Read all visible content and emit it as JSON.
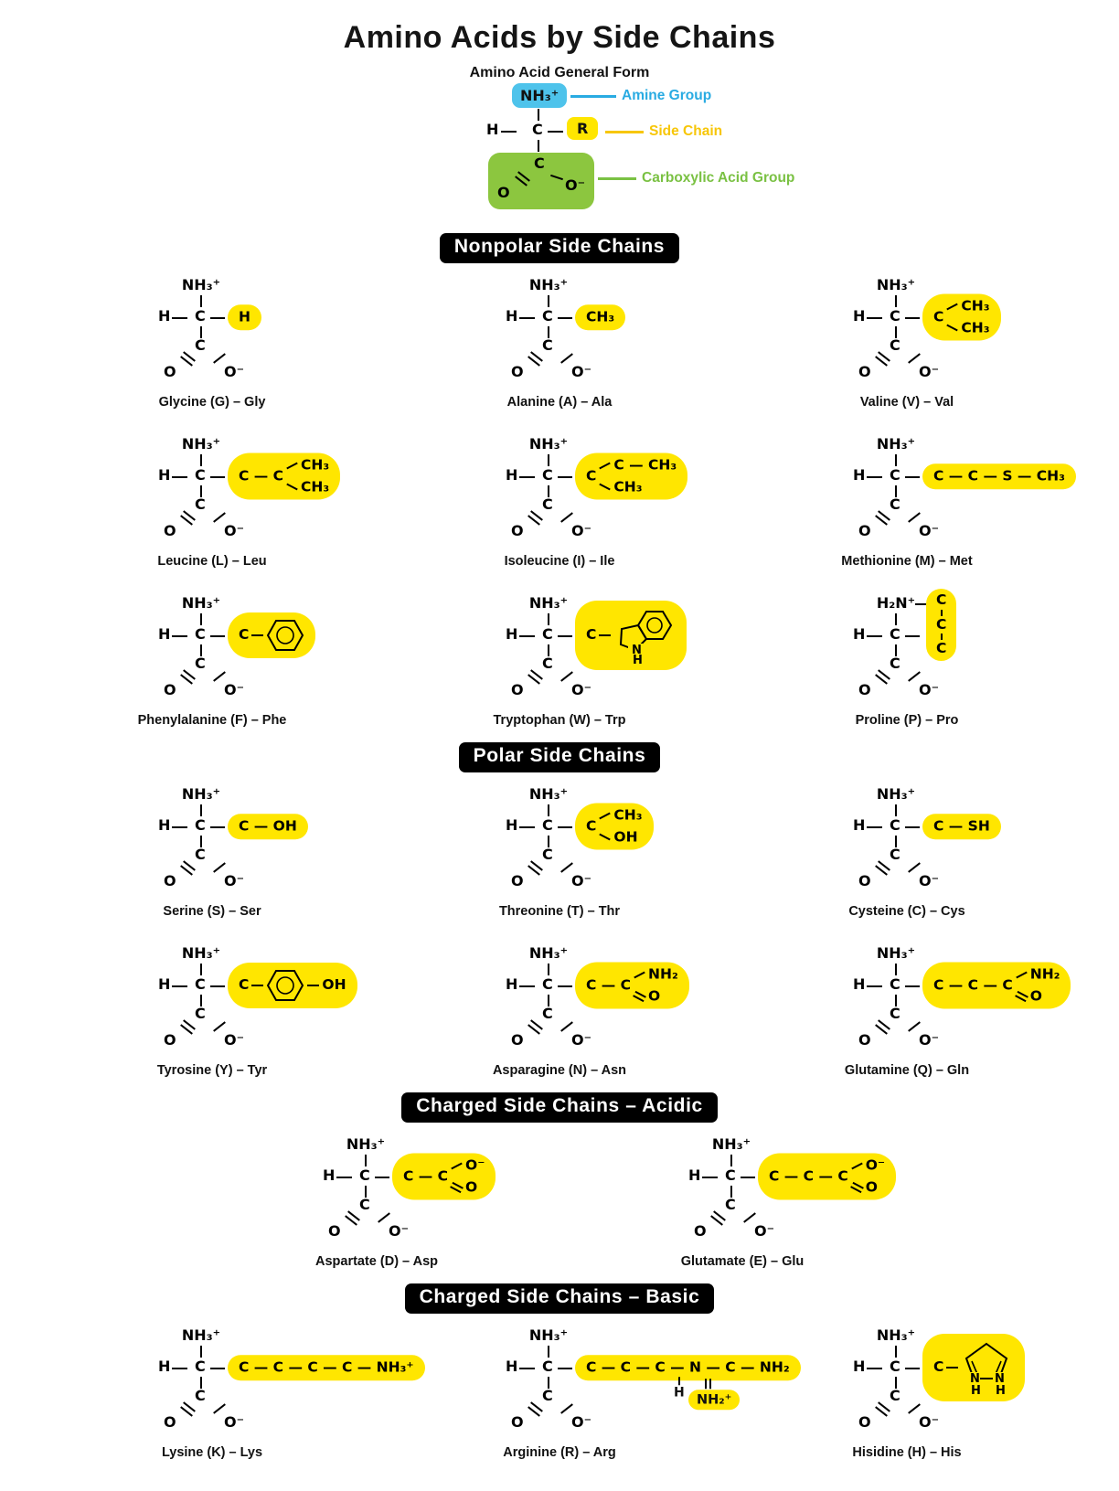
{
  "title": "Amino Acids by Side Chains",
  "colors": {
    "highlight_yellow": "#FFE600",
    "amine_box_blue": "#4EC3EB",
    "amine_label_blue": "#29ABE2",
    "side_chain_label_yellow": "#F7C608",
    "carboxyl_box_green": "#8CC63F",
    "carboxyl_label_green": "#7AC143",
    "section_header_bg": "#000000",
    "section_header_text": "#FFFFFF"
  },
  "general": {
    "heading": "Amino Acid General Form",
    "r": "R",
    "labels": {
      "amine": "Amine Group",
      "side": "Side Chain",
      "carboxyl": "Carboxylic Acid Group"
    }
  },
  "backbone": {
    "amine": "NH₃⁺",
    "h": "H",
    "c": "C",
    "o": "O",
    "o_minus": "O⁻"
  },
  "sections": [
    {
      "title": "Nonpolar Side Chains"
    },
    {
      "title": "Polar Side Chains"
    },
    {
      "title": "Charged Side Chains – Acidic"
    },
    {
      "title": "Charged Side Chains – Basic"
    }
  ],
  "acids": {
    "gly": {
      "label": "Glycine (G) – Gly",
      "side": {
        "main": "H"
      }
    },
    "ala": {
      "label": "Alanine (A) – Ala",
      "side": {
        "main": "CH₃"
      }
    },
    "val": {
      "label": "Valine (V) – Val",
      "side": {
        "main": "C",
        "top": "CH₃",
        "bottom": "CH₃"
      }
    },
    "leu": {
      "label": "Leucine (L) – Leu",
      "side": {
        "main": "C — C",
        "top": "CH₃",
        "bottom": "CH₃"
      }
    },
    "ile": {
      "label": "Isoleucine (I) – Ile",
      "side": {
        "main": "C",
        "top": "C — CH₃",
        "bottom": "CH₃"
      }
    },
    "met": {
      "label": "Methionine (M) – Met",
      "side": {
        "main": "C — C — S — CH₃"
      }
    },
    "phe": {
      "label": "Phenylalanine (F) – Phe",
      "side": {
        "main": "C",
        "ring": "benzene"
      }
    },
    "trp": {
      "label": "Tryptophan (W) – Trp",
      "side": {
        "main": "C",
        "ring": "indole",
        "ring_n": "N",
        "ring_h": "H"
      }
    },
    "pro": {
      "label": "Proline (P) – Pro",
      "amine": "H₂N⁺",
      "side": {
        "c1": "C",
        "c2": "C",
        "c3": "C"
      }
    },
    "ser": {
      "label": "Serine (S) – Ser",
      "side": {
        "main": "C — OH"
      }
    },
    "thr": {
      "label": "Threonine (T) – Thr",
      "side": {
        "main": "C",
        "top": "CH₃",
        "bottom": "OH"
      }
    },
    "cys": {
      "label": "Cysteine (C) – Cys",
      "side": {
        "main": "C — SH"
      }
    },
    "tyr": {
      "label": "Tyrosine (Y) – Tyr",
      "side": {
        "main": "C",
        "ring": "benzene",
        "after": "OH"
      }
    },
    "asn": {
      "label": "Asparagine (N) – Asn",
      "side": {
        "main": "C — C",
        "top": "NH₂",
        "bottom": "O"
      }
    },
    "gln": {
      "label": "Glutamine (Q) – Gln",
      "side": {
        "main": "C — C — C",
        "top": "NH₂",
        "bottom": "O"
      }
    },
    "asp": {
      "label": "Aspartate (D) – Asp",
      "side": {
        "main": "C — C",
        "top": "O⁻",
        "bottom": "O"
      }
    },
    "glu": {
      "label": "Glutamate (E) – Glu",
      "side": {
        "main": "C — C — C",
        "top": "O⁻",
        "bottom": "O"
      }
    },
    "lys": {
      "label": "Lysine (K) – Lys",
      "side": {
        "main": "C — C — C — C — NH₃⁺"
      }
    },
    "arg": {
      "label": "Arginine (R) – Arg",
      "side": {
        "main": "C — C — C — N — C — NH₂",
        "sub_h": "H",
        "sub_nh2": "NH₂⁺"
      }
    },
    "his": {
      "label": "Hisidine (H) – His",
      "side": {
        "main": "C",
        "ring": "imidazole",
        "n1": "N",
        "n2": "N",
        "h1": "H",
        "h2": "H"
      }
    }
  }
}
